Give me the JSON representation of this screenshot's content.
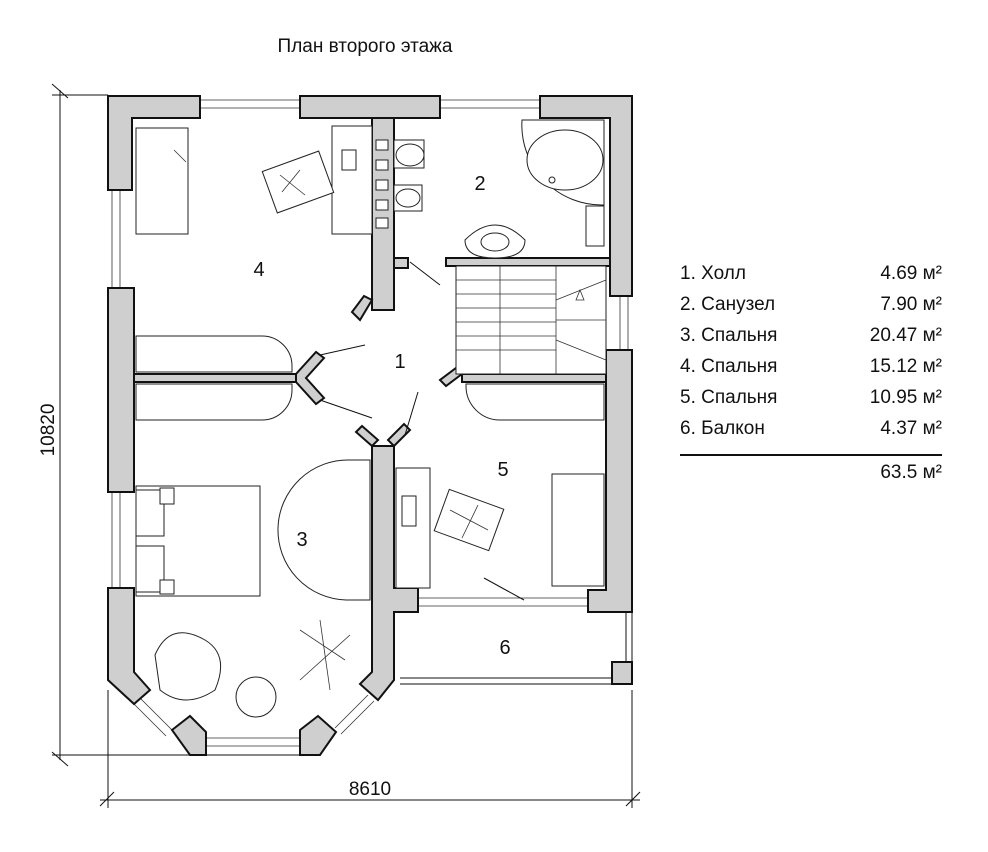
{
  "title": "План второго этажа",
  "dimensions": {
    "width": "8610",
    "height": "10820"
  },
  "room_labels": [
    "1",
    "2",
    "3",
    "4",
    "5",
    "6"
  ],
  "legend": [
    {
      "name": "1. Холл",
      "area": "4.69 м²"
    },
    {
      "name": "2. Санузел",
      "area": "7.90 м²"
    },
    {
      "name": "3. Спальня",
      "area": "20.47 м²"
    },
    {
      "name": "4. Спальня",
      "area": "15.12 м²"
    },
    {
      "name": "5. Спальня",
      "area": "10.95 м²"
    },
    {
      "name": "6. Балкон",
      "area": "4.37 м²"
    }
  ],
  "total": "63.5 м²",
  "colors": {
    "wall": "#cfcfcf",
    "line": "#111111"
  }
}
